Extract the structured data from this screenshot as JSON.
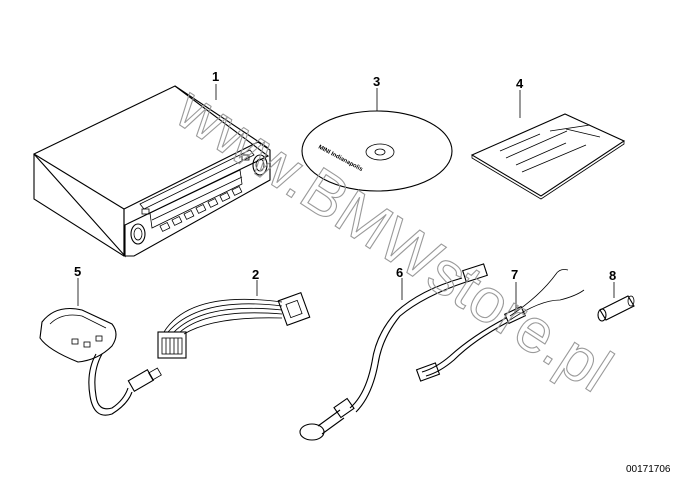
{
  "callouts": {
    "c1": "1",
    "c2": "2",
    "c3": "3",
    "c4": "4",
    "c5": "5",
    "c6": "6",
    "c7": "7",
    "c8": "8"
  },
  "cd_label": "MINI Indianapolis",
  "watermark": "www.BMWstore.pl",
  "diagram_number": "00171706"
}
